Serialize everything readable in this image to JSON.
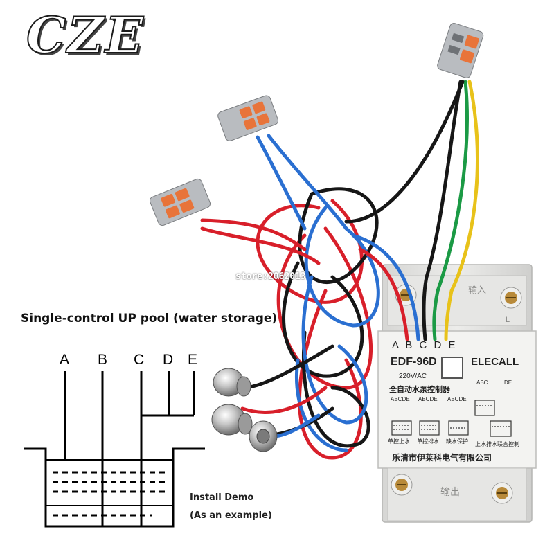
{
  "brand": {
    "logo_text": "CZE",
    "watermark": "store:2062013"
  },
  "diagram": {
    "title": "Single-control UP pool (water storage)",
    "letters": [
      "A",
      "B",
      "C",
      "D",
      "E"
    ],
    "note_line1": "Install Demo",
    "note_line2": "(As an example)"
  },
  "device": {
    "terminal_letters": "A B C D E",
    "model": "EDF-96D",
    "brand": "ELECALL",
    "voltage": "220V/AC",
    "name_cn": "全自动水泵控制器",
    "modes": [
      "单控上水",
      "单控排水",
      "缺水保护",
      "上水排水联合控制"
    ],
    "mode_letters": "ABCDE",
    "combo_letters_left": "ABC",
    "combo_letters_right": "DE",
    "company_cn": "乐清市伊莱科电气有限公司",
    "input_label": "输入",
    "output_label": "输出",
    "live_label": "L"
  },
  "colors": {
    "wire_red": "#d81f2a",
    "wire_blue": "#2a6fd1",
    "wire_black": "#161616",
    "wire_green": "#1b9a45",
    "wire_yellow": "#e8c21a",
    "connector_grey": "#b9bcc0",
    "connector_orange": "#e8743a",
    "housing": "#e2e2e0"
  }
}
